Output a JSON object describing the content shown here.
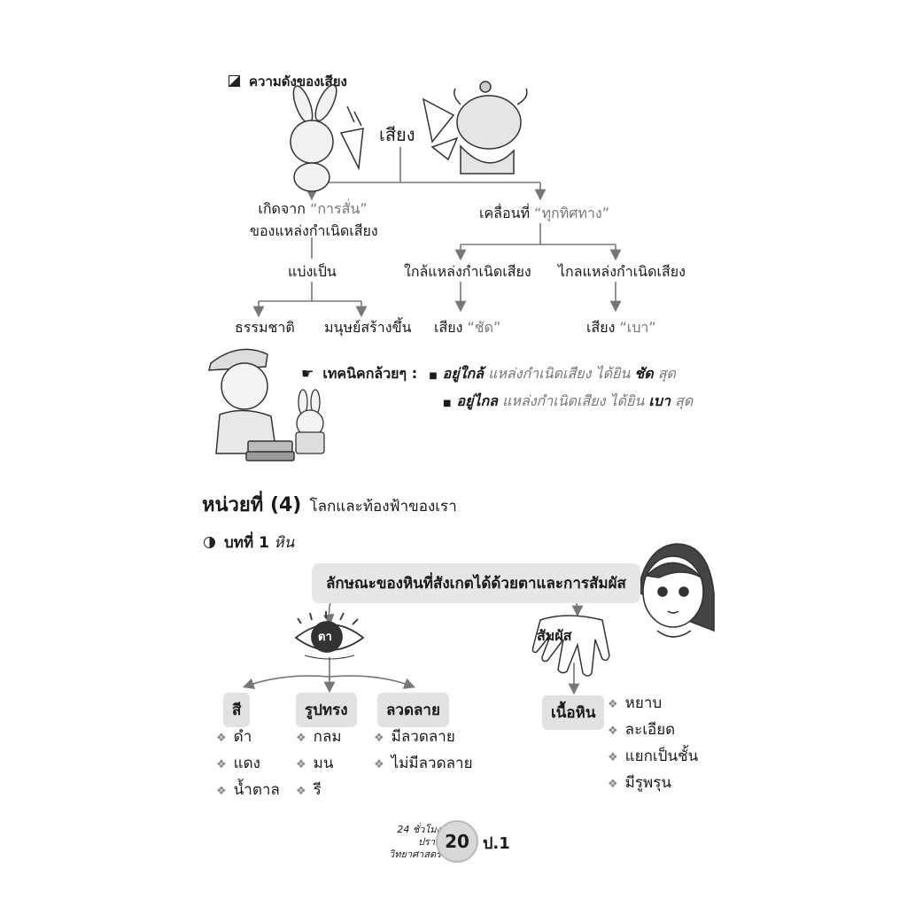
{
  "sound_section": {
    "heading": "ความดังของเสียง",
    "root": "เสียง",
    "left_branch": {
      "prefix": "เกิดจาก",
      "quote": "“การสั่น”",
      "line2": "ของแหล่งกำเนิดเสียง"
    },
    "right_branch": {
      "prefix": "เคลื่อนที่",
      "quote": "“ทุกทิศทาง”"
    },
    "divide": "แบ่งเป็น",
    "natural": "ธรรมชาติ",
    "man_made": "มนุษย์สร้างขึ้น",
    "near": "ใกล้แหล่งกำเนิดเสียง",
    "far": "ไกลแหล่งกำเนิดเสียง",
    "result_near": {
      "prefix": "เสียง",
      "quote": "“ชัด”"
    },
    "result_far": {
      "prefix": "เสียง",
      "quote": "“เบา”"
    }
  },
  "tip": {
    "label": "เทคนิคกล้วยๆ :",
    "line1": {
      "a": "อยู่ใกล้",
      "b": "แหล่งกำเนิดเสียง ได้ยิน",
      "c": "ชัด",
      "d": "สุด"
    },
    "line2": {
      "a": "อยู่ไกล",
      "b": "แหล่งกำเนิดเสียง ได้ยิน",
      "c": "เบา",
      "d": "สุด"
    }
  },
  "unit": {
    "title": "หน่วยที่ (4)",
    "subtitle": "โลกและท้องฟ้าของเรา"
  },
  "lesson": {
    "label": "บทที่ 1",
    "name": "หิน"
  },
  "rock_diagram": {
    "header": "ลักษณะของหินที่สังเกตได้ด้วยตาและการสัมผัส",
    "eye_label": "ตา",
    "touch_label": "สัมผัส",
    "categories": [
      {
        "name": "สี",
        "items": [
          "ดำ",
          "แดง",
          "น้ำตาล"
        ]
      },
      {
        "name": "รูปทรง",
        "items": [
          "กลม",
          "มน",
          "รี"
        ]
      },
      {
        "name": "ลวดลาย",
        "items": [
          "มีลวดลาย",
          "ไม่มีลวดลาย"
        ]
      },
      {
        "name": "เนื้อหิน",
        "items": [
          "หยาบ",
          "ละเอียด",
          "แยกเป็นชั้น",
          "มีรูพรุน"
        ]
      }
    ]
  },
  "footer": {
    "book_line1": "24 ชั่วโมง",
    "book_line2": "ปราบ",
    "book_line3": "วิทยาศาสตร์",
    "page": "20",
    "grade": "ป.1"
  }
}
